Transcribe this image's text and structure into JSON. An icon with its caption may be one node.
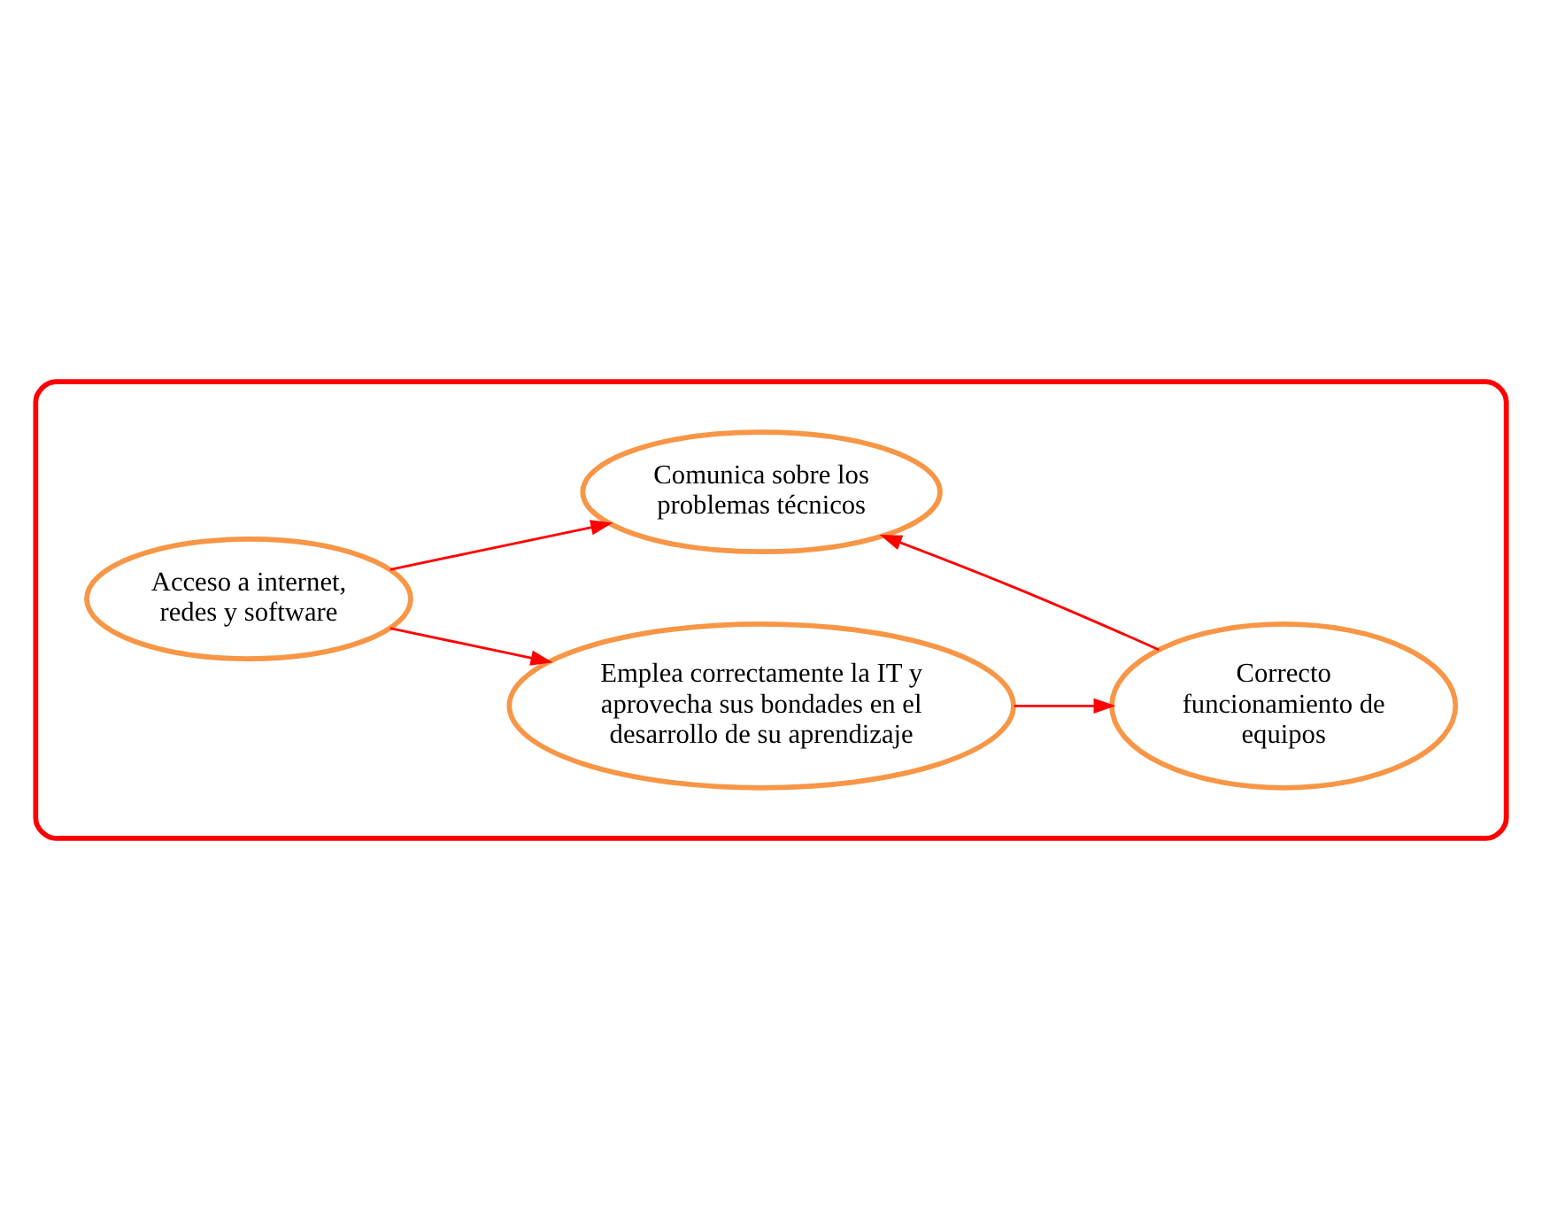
{
  "diagram": {
    "nodes": [
      {
        "text": [],
        "shape": "cloud"
      },
      {
        "text": [
          "Emplea correctamente la IT y aprovecha sus bondades en el desarrollo de su aprendizaje"
        ],
        "in": 0
      },
      {
        "text": [
          "Acceso a internet, redes y software"
        ],
        "in": 0
      },
      {
        "text": [
          "Correcto funcionamiento de equipos"
        ],
        "in": 0
      },
      {
        "text": [
          "Comunica sobre los problemas técnicos"
        ],
        "in": 0
      }
    ],
    "edges": [
      {
        "from": 2,
        "to": 1,
        "arrow": "to"
      },
      {
        "from": 1,
        "to": 3,
        "arrow": "to"
      },
      {
        "from": 2,
        "to": 4,
        "arrow": "to"
      },
      {
        "from": 3,
        "to": 4,
        "arrow": "to"
      }
    ]
  }
}
